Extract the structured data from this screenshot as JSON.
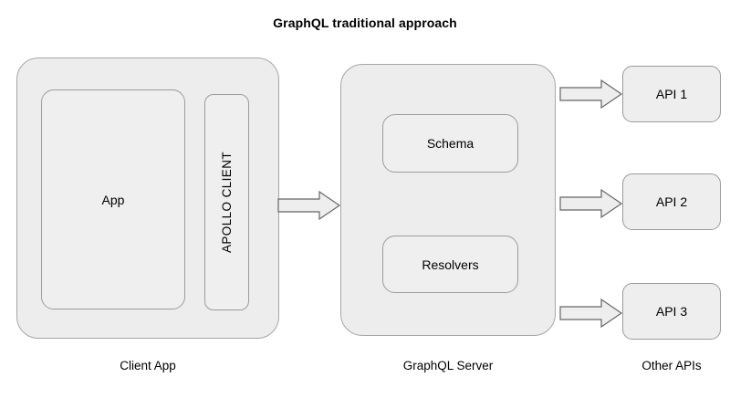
{
  "title": "GraphQL traditional approach",
  "colors": {
    "background": "#ffffff",
    "box_fill": "#eeeeee",
    "outer_fill": "#ededed",
    "stroke": "#9a9a9a",
    "arrow_fill": "#eeeeee",
    "arrow_stroke": "#666666",
    "text": "#000000"
  },
  "client": {
    "caption": "Client App",
    "app_label": "App",
    "apollo_label": "APOLLO CLIENT"
  },
  "server": {
    "caption": "GraphQL Server",
    "schema_label": "Schema",
    "resolvers_label": "Resolvers"
  },
  "apis": {
    "caption": "Other APIs",
    "items": [
      {
        "label": "API 1"
      },
      {
        "label": "API 2"
      },
      {
        "label": "API 3"
      }
    ]
  },
  "arrows": [
    {
      "name": "client-to-server",
      "from": "Client App",
      "to": "GraphQL Server"
    },
    {
      "name": "server-to-api-1",
      "from": "GraphQL Server",
      "to": "API 1"
    },
    {
      "name": "server-to-api-2",
      "from": "GraphQL Server",
      "to": "API 2"
    },
    {
      "name": "server-to-api-3",
      "from": "GraphQL Server",
      "to": "API 3"
    }
  ]
}
